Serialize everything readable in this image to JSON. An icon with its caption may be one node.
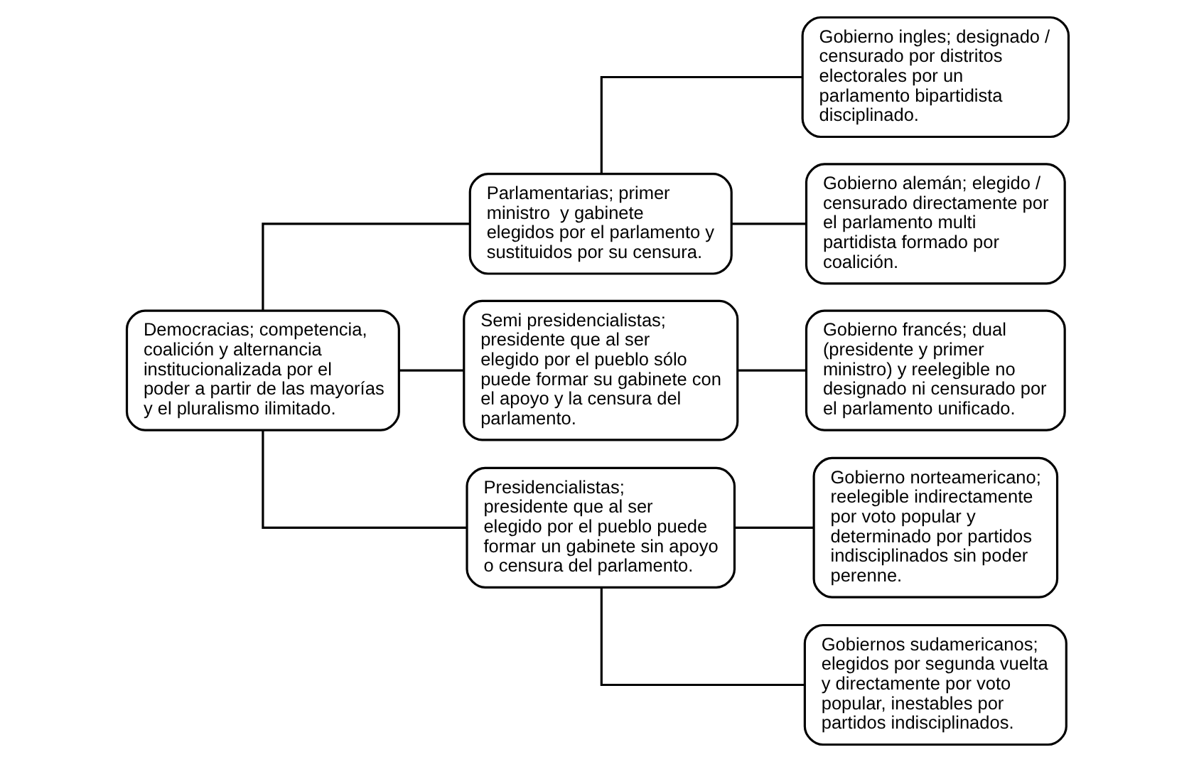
{
  "diagram": {
    "nodes": [
      {
        "text": [
          "Democracias; competencia, coalición y alternancia institucionalizada por el poder a partir de las mayorías y el pluralismo ilimitado."
        ]
      },
      {
        "text": [
          "Parlamentarias; primer ministro  y gabinete elegidos por el parlamento y sustituidos por su censura."
        ]
      },
      {
        "text": [
          "Semi presidencialistas; presidente que al ser elegido por el pueblo sólo puede formar su gabinete con el apoyo y la censura del parlamento."
        ]
      },
      {
        "text": [
          "Presidencialistas; presidente que al ser elegido por el pueblo puede formar un gabinete sin apoyo o censura del parlamento."
        ]
      },
      {
        "text": [
          "Gobierno ingles; designado / censurado por distritos electorales por un parlamento bipartidista disciplinado."
        ]
      },
      {
        "text": [
          "Gobierno alemán; elegido / censurado directamente por el parlamento multi partidista formado por coalición."
        ]
      },
      {
        "text": [
          "Gobierno francés; dual (presidente y primer ministro) y reelegible no designado ni censurado por el parlamento unificado."
        ]
      },
      {
        "text": [
          "Gobierno norteamericano; reelegible indirectamente por voto popular y determinado por partidos indisciplinados sin poder perenne."
        ]
      },
      {
        "text": [
          "Gobiernos sudamericanos; elegidos por segunda vuelta y directamente por voto popular, inestables por partidos indisciplinados."
        ]
      }
    ],
    "edges": [
      {
        "from": 0,
        "to": 1,
        "arrow": "none"
      },
      {
        "from": 0,
        "to": 2,
        "arrow": "none"
      },
      {
        "from": 0,
        "to": 3,
        "arrow": "none"
      },
      {
        "from": 1,
        "to": 4,
        "arrow": "none"
      },
      {
        "from": 1,
        "to": 5,
        "arrow": "none"
      },
      {
        "from": 2,
        "to": 6,
        "arrow": "none"
      },
      {
        "from": 3,
        "to": 7,
        "arrow": "none"
      },
      {
        "from": 3,
        "to": 8,
        "arrow": "none"
      }
    ]
  }
}
